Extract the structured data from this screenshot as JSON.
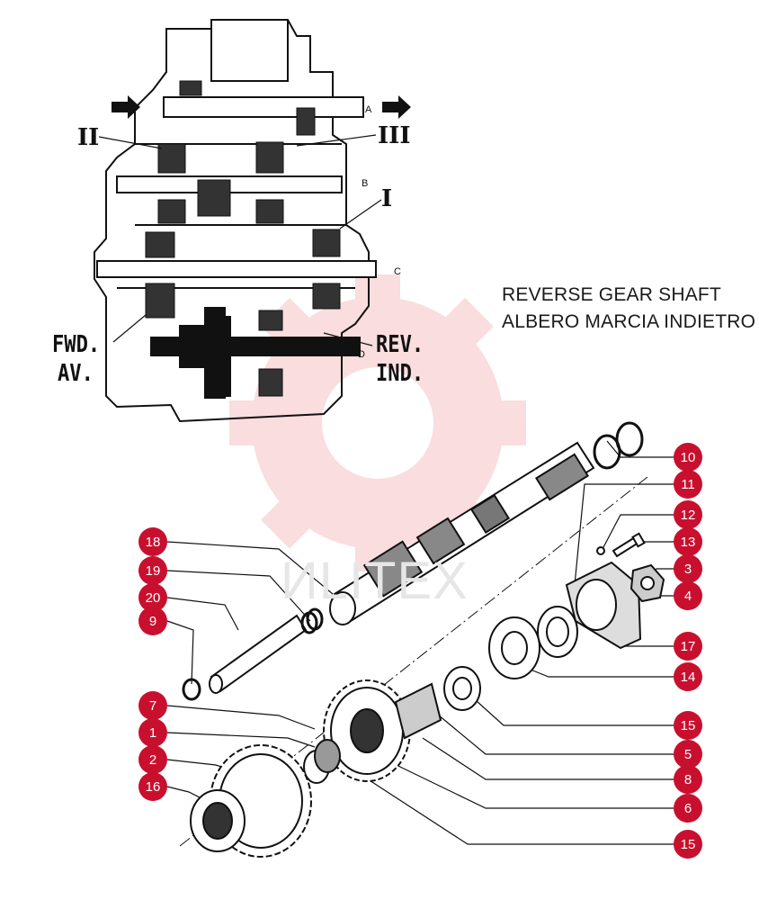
{
  "captions": {
    "line1": "REVERSE GEAR SHAFT",
    "line2": "ALBERO MARCIA INDIETRO"
  },
  "gear_labels": {
    "one": "I",
    "two": "II",
    "three": "III",
    "fwd": "FWD.",
    "av": "AV.",
    "rev": "REV.",
    "ind": "IND."
  },
  "shaft_letters": {
    "a": "A",
    "b": "B",
    "c": "C",
    "d": "D"
  },
  "watermark": {
    "text": "ИLITEX",
    "color": "#e8484e"
  },
  "callouts": {
    "color": "#c8102e",
    "numbers": [
      "10",
      "11",
      "12",
      "13",
      "3",
      "4",
      "17",
      "14",
      "15",
      "5",
      "8",
      "6",
      "15",
      "18",
      "19",
      "20",
      "9",
      "7",
      "1",
      "2",
      "16"
    ]
  }
}
